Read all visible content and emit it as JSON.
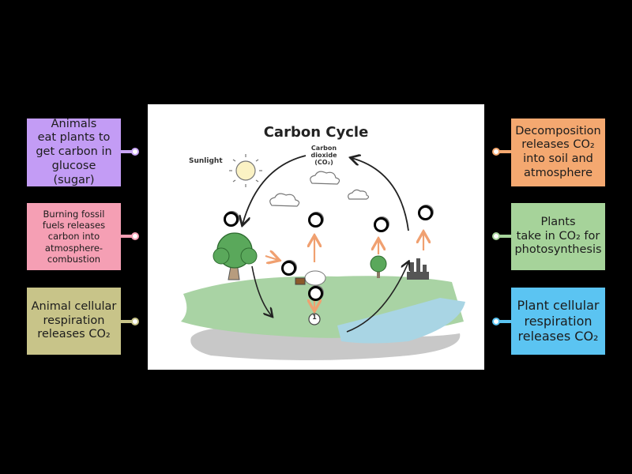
{
  "diagram": {
    "title": "Carbon Cycle",
    "sunlight_label": "Sunlight",
    "co2_label": "Carbon\ndioxide\n(CO₂)",
    "numbered_marker": "1",
    "drop_targets": [
      "target-1",
      "target-2",
      "target-3",
      "target-4",
      "target-5",
      "target-6"
    ]
  },
  "cards": [
    {
      "id": "animals-eat-plants",
      "text": "Animals\neat plants to\nget carbon in\nglucose (sugar)",
      "color": "#c39cf5",
      "dot": "#c9a6f5"
    },
    {
      "id": "burning-fossil-fuels",
      "text": "Burning fossil\nfuels releases\ncarbon into\natmosphere-\ncombustion",
      "color": "#f59fb4",
      "dot": "#f59fb4"
    },
    {
      "id": "animal-respiration",
      "text": "Animal cellular\nrespiration\nreleases CO₂",
      "color": "#c8c489",
      "dot": "#c8c489"
    },
    {
      "id": "decomposition",
      "text": "Decomposition\nreleases CO₂\ninto soil and\natmosphere",
      "color": "#f4a870",
      "dot": "#f4a870"
    },
    {
      "id": "plants-photosynthesis",
      "text": "Plants\ntake in CO₂ for\nphotosynthesis",
      "color": "#a6d39a",
      "dot": "#a6d39a"
    },
    {
      "id": "plant-respiration",
      "text": "Plant cellular\nrespiration\nreleases CO₂",
      "color": "#5bc4f2",
      "dot": "#5bc4f2"
    }
  ]
}
